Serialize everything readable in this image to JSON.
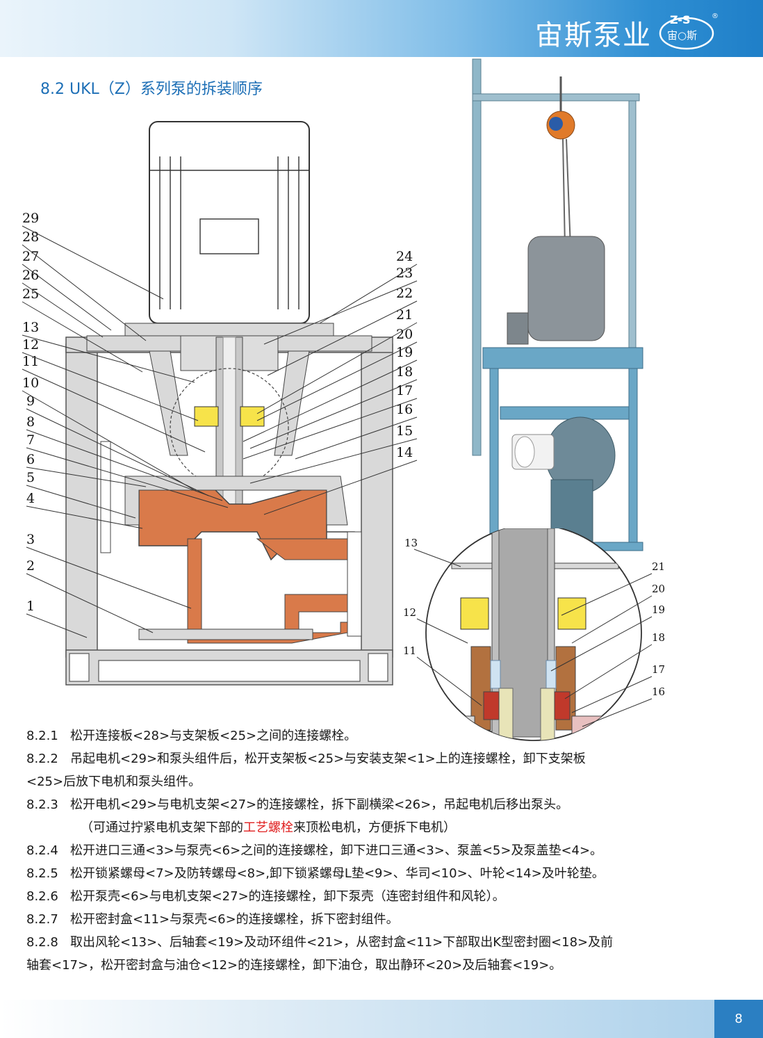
{
  "header": {
    "brand": "宙斯泵业",
    "logo_top": "Z-S",
    "logo_bottom": "宙○斯",
    "logo_mark": "®"
  },
  "section_title": "8.2 UKL（Z）系列泵的拆装顺序",
  "diagram_labels_left": [
    "29",
    "28",
    "27",
    "26",
    "25",
    "13",
    "12",
    "11",
    "10",
    "9",
    "8",
    "7",
    "6",
    "5",
    "4",
    "3",
    "2",
    "1"
  ],
  "diagram_labels_right": [
    "24",
    "23",
    "22",
    "21",
    "20",
    "19",
    "18",
    "17",
    "16",
    "15",
    "14"
  ],
  "detail_labels_left": [
    "13",
    "12",
    "11"
  ],
  "detail_labels_right": [
    "21",
    "20",
    "19",
    "18",
    "17",
    "16"
  ],
  "steps": [
    {
      "num": "8.2.1",
      "text": "松开连接板<28>与支架板<25>之间的连接螺栓。"
    },
    {
      "num": "8.2.2",
      "text": "吊起电机<29>和泵头组件后，松开支架板<25>与安装支架<1>上的连接螺栓，卸下支架板"
    },
    {
      "num": "",
      "text": "<25>后放下电机和泵头组件。"
    },
    {
      "num": "8.2.3",
      "text": "松开电机<29>与电机支架<27>的连接螺栓，拆下副横梁<26>，吊起电机后移出泵头。"
    },
    {
      "num": "",
      "text_pre": "（可通过拧紧电机支架下部的",
      "text_red": "工艺螺栓",
      "text_post": "来顶松电机，方便拆下电机）"
    },
    {
      "num": "8.2.4",
      "text": "松开进口三通<3>与泵壳<6>之间的连接螺栓，卸下进口三通<3>、泵盖<5>及泵盖垫<4>。"
    },
    {
      "num": "8.2.5",
      "text": "松开锁紧螺母<7>及防转螺母<8>,卸下锁紧螺母L垫<9>、华司<10>、叶轮<14>及叶轮垫。"
    },
    {
      "num": "8.2.6",
      "text": "松开泵壳<6>与电机支架<27>的连接螺栓，卸下泵壳（连密封组件和风轮）。"
    },
    {
      "num": "8.2.7",
      "text": "松开密封盒<11>与泵壳<6>的连接螺栓，拆下密封组件。"
    },
    {
      "num": "8.2.8",
      "text": "取出风轮<13>、后轴套<19>及动环组件<21>，从密封盒<11>下部取出K型密封圈<18>及前"
    },
    {
      "num": "",
      "text": "轴套<17>，松开密封盒与油仓<12>的连接螺栓，卸下油仓，取出静环<20>及后轴套<19>。"
    }
  ],
  "page_number": "8"
}
